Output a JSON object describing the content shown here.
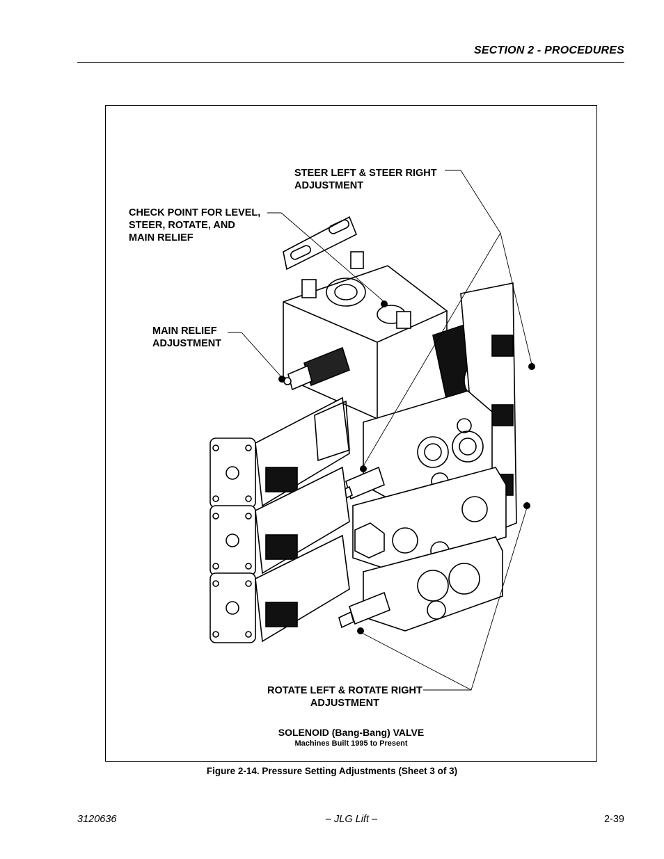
{
  "header": {
    "section_title": "SECTION 2 - PROCEDURES"
  },
  "figure": {
    "callouts": {
      "steer": [
        "STEER LEFT & STEER RIGHT",
        "ADJUSTMENT"
      ],
      "check_point": [
        "CHECK POINT FOR LEVEL,",
        "STEER, ROTATE, AND",
        "MAIN RELIEF"
      ],
      "main_relief": [
        "MAIN RELIEF",
        "ADJUSTMENT"
      ],
      "rotate": [
        "ROTATE LEFT & ROTATE RIGHT",
        "ADJUSTMENT"
      ]
    },
    "title": "SOLENOID (Bang-Bang) VALVE",
    "subtitle": "Machines Built 1995 to Present"
  },
  "caption": "Figure 2-14.   Pressure Setting Adjustments (Sheet 3 of 3)",
  "footer": {
    "doc_number": "3120636",
    "publisher": "– JLG Lift –",
    "page_number": "2-39"
  }
}
